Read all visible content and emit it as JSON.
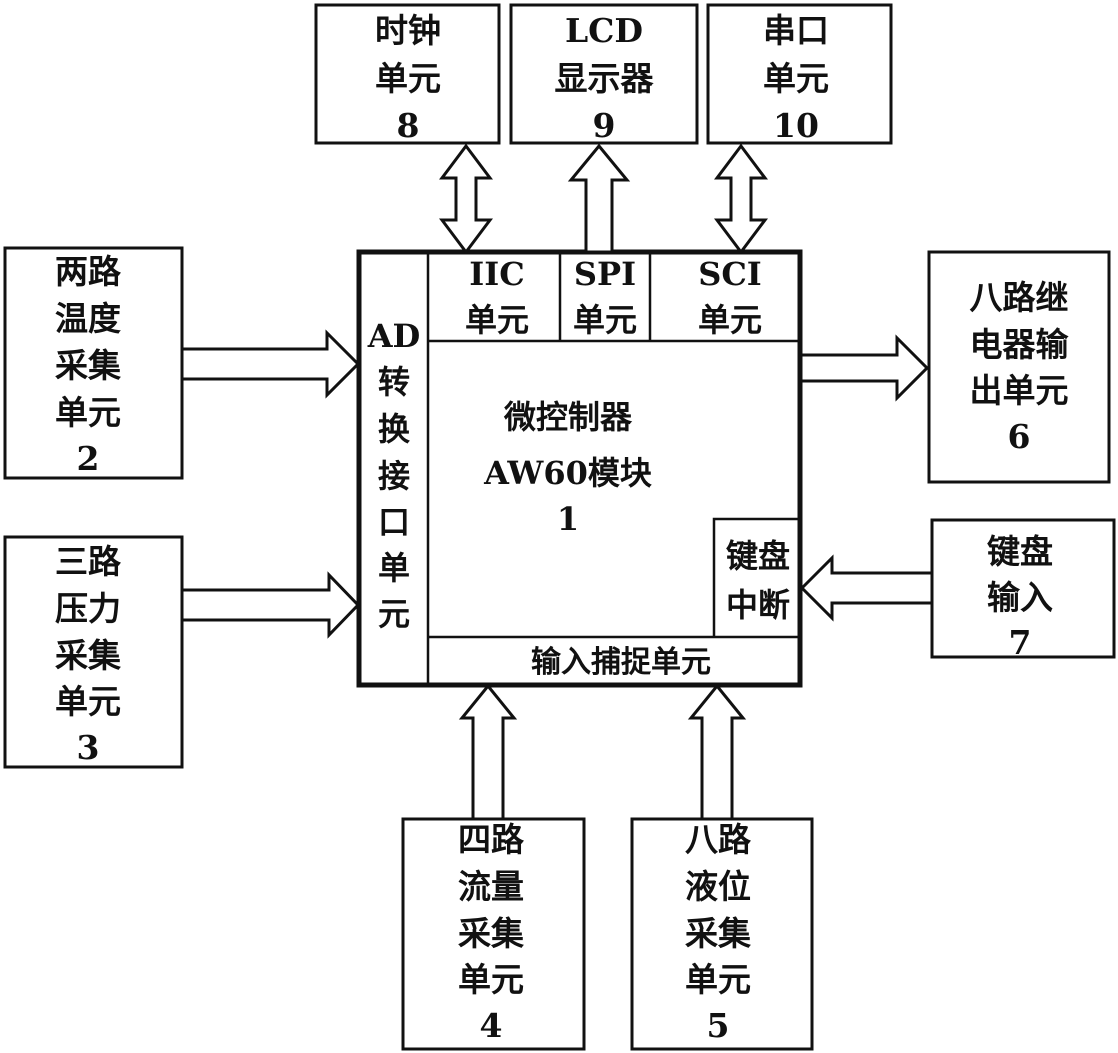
{
  "blocks": {
    "clock": [
      "时钟",
      "单元",
      "8"
    ],
    "lcd": [
      "LCD",
      "显示器",
      "9"
    ],
    "serial": [
      "串口",
      "单元",
      "10"
    ],
    "temperature": [
      "两路",
      "温度",
      "采集",
      "单元",
      "2"
    ],
    "pressure": [
      "三路",
      "压力",
      "采集",
      "单元",
      "3"
    ],
    "relay": [
      "八路继",
      "电器输",
      "出单元",
      "6"
    ],
    "keyboard_input": [
      "键盘",
      "输入",
      "7"
    ],
    "flow": [
      "四路",
      "流量",
      "采集",
      "单元",
      "4"
    ],
    "level": [
      "八路",
      "液位",
      "采集",
      "单元",
      "5"
    ]
  },
  "mcu": {
    "title": [
      "微控制器",
      "AW60模块",
      "1"
    ],
    "iic": [
      "IIC",
      "单元"
    ],
    "spi": [
      "SPI",
      "单元"
    ],
    "sci": [
      "SCI",
      "单元"
    ],
    "ad": [
      "AD",
      "转",
      "换",
      "接",
      "口",
      "单",
      "元"
    ],
    "kbi": [
      "键盘",
      "中断"
    ],
    "capture": "输入捕捉单元"
  }
}
